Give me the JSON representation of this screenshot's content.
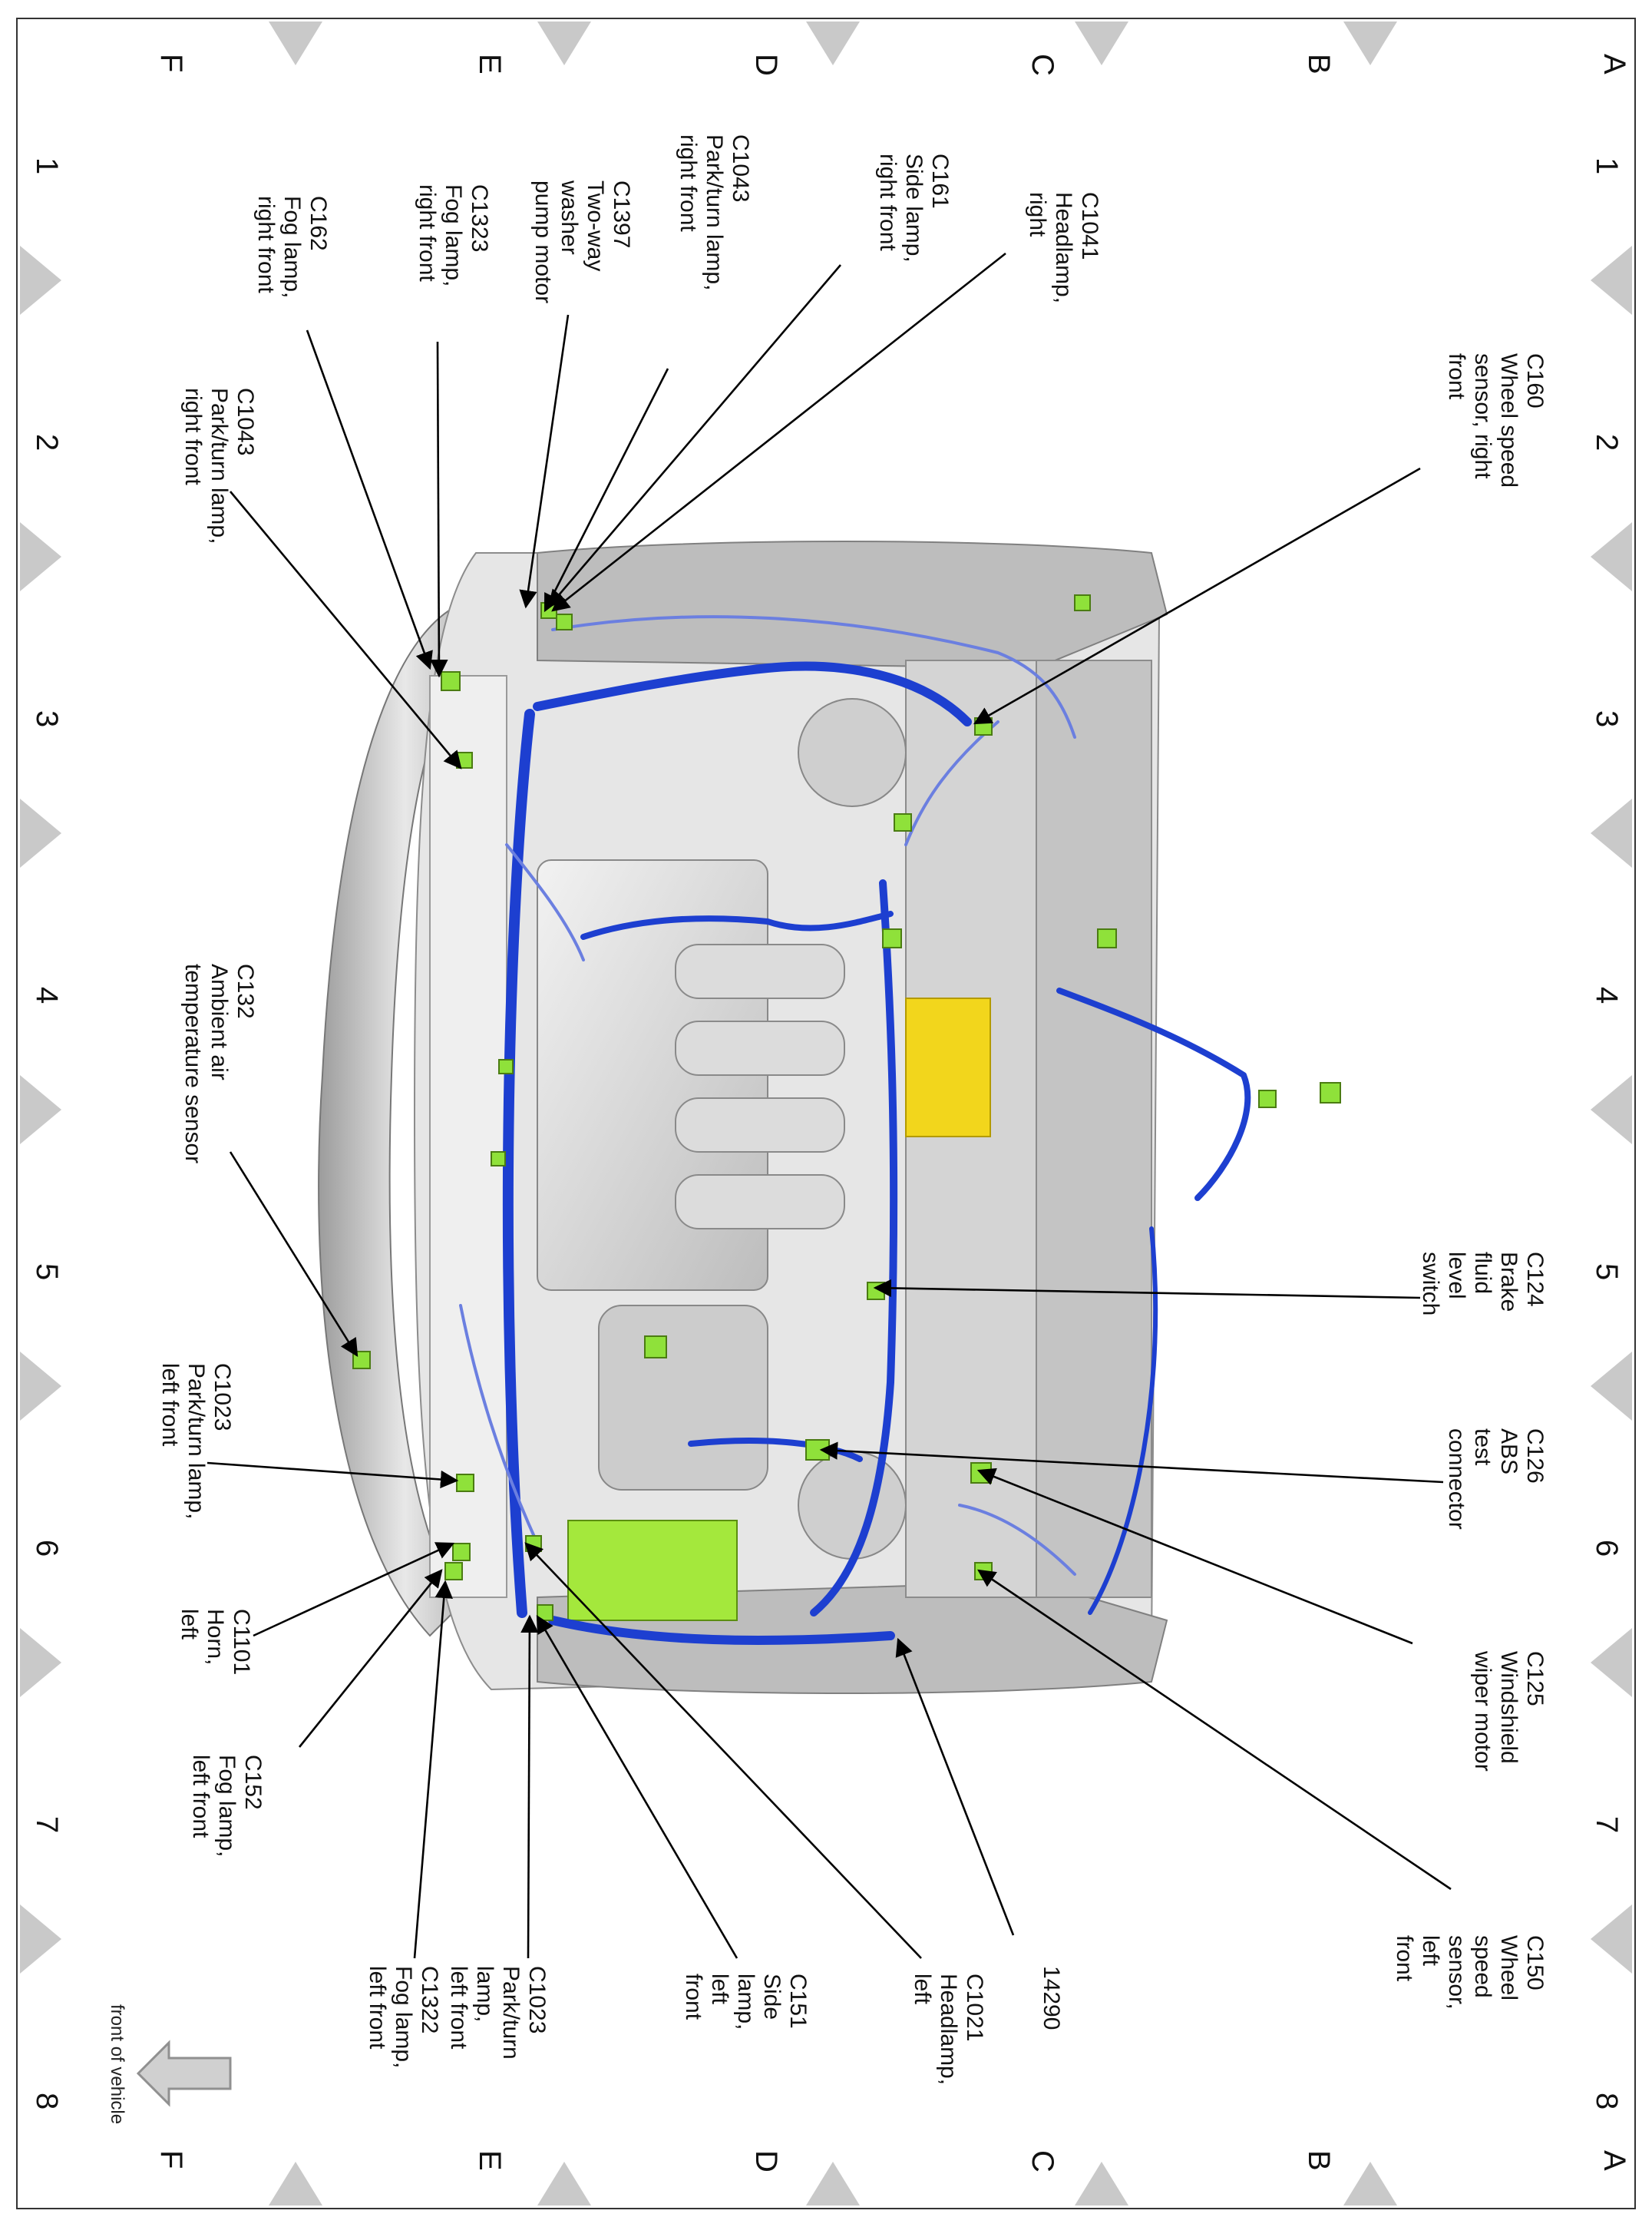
{
  "grid": {
    "rows": [
      "A",
      "B",
      "C",
      "D",
      "E",
      "F"
    ],
    "columns": [
      "1",
      "2",
      "3",
      "4",
      "5",
      "6",
      "7",
      "8"
    ]
  },
  "colors": {
    "harness": "#1d3fd0",
    "harness_light": "#6b7fe0",
    "connector": "#8fe13a",
    "fuse_box": "#a4e83c",
    "module": "#f2d61c",
    "body": "#d6d6d6",
    "marker": "#c8c8c8"
  },
  "callouts": [
    {
      "id": "c160",
      "lines": [
        "C160",
        "Wheel speed",
        "sensor, right",
        "front"
      ]
    },
    {
      "id": "c1041",
      "lines": [
        "C1041",
        "Headlamp,",
        "right"
      ]
    },
    {
      "id": "c161",
      "lines": [
        "C161",
        "Side lamp,",
        "right front"
      ]
    },
    {
      "id": "c1043a",
      "lines": [
        "C1043",
        "Park/turn lamp,",
        "right front"
      ]
    },
    {
      "id": "c1397",
      "lines": [
        "C1397",
        "Two-way",
        "washer",
        "pump motor"
      ]
    },
    {
      "id": "c1323",
      "lines": [
        "C1323",
        "Fog lamp,",
        "right front"
      ]
    },
    {
      "id": "c162",
      "lines": [
        "C162",
        "Fog lamp,",
        "right front"
      ]
    },
    {
      "id": "c1043b",
      "lines": [
        "C1043",
        "Park/turn lamp,",
        "right front"
      ]
    },
    {
      "id": "c132",
      "lines": [
        "C132",
        "Ambient air",
        "temperature sensor"
      ]
    },
    {
      "id": "c1023a",
      "lines": [
        "C1023",
        "Park/turn lamp,",
        "left front"
      ]
    },
    {
      "id": "c1101",
      "lines": [
        "C1101",
        "Horn,",
        "left"
      ]
    },
    {
      "id": "c152",
      "lines": [
        "C152",
        "Fog lamp,",
        "left front"
      ]
    },
    {
      "id": "c1023b",
      "lines": [
        "C1023",
        "Park/turn",
        "lamp,",
        "left front"
      ]
    },
    {
      "id": "c1322",
      "lines": [
        "C1322",
        "Fog lamp,",
        "left front"
      ]
    },
    {
      "id": "c151",
      "lines": [
        "C151",
        "Side",
        "lamp,",
        "left",
        "front"
      ]
    },
    {
      "id": "c1021",
      "lines": [
        "C1021",
        "Headlamp,",
        "left"
      ]
    },
    {
      "id": "n14290",
      "lines": [
        "14290"
      ]
    },
    {
      "id": "c150",
      "lines": [
        "C150",
        "Wheel",
        "speed",
        "sensor,",
        "left",
        "front"
      ]
    },
    {
      "id": "c125",
      "lines": [
        "C125",
        "Windshield",
        "wiper motor"
      ]
    },
    {
      "id": "c126",
      "lines": [
        "C126",
        "ABS",
        "test",
        "connector"
      ]
    },
    {
      "id": "c124",
      "lines": [
        "C124",
        "Brake",
        "fluid",
        "level",
        "switch"
      ]
    }
  ],
  "front_indicator": {
    "label": "front of vehicle",
    "icon": "arrow-left-icon"
  }
}
